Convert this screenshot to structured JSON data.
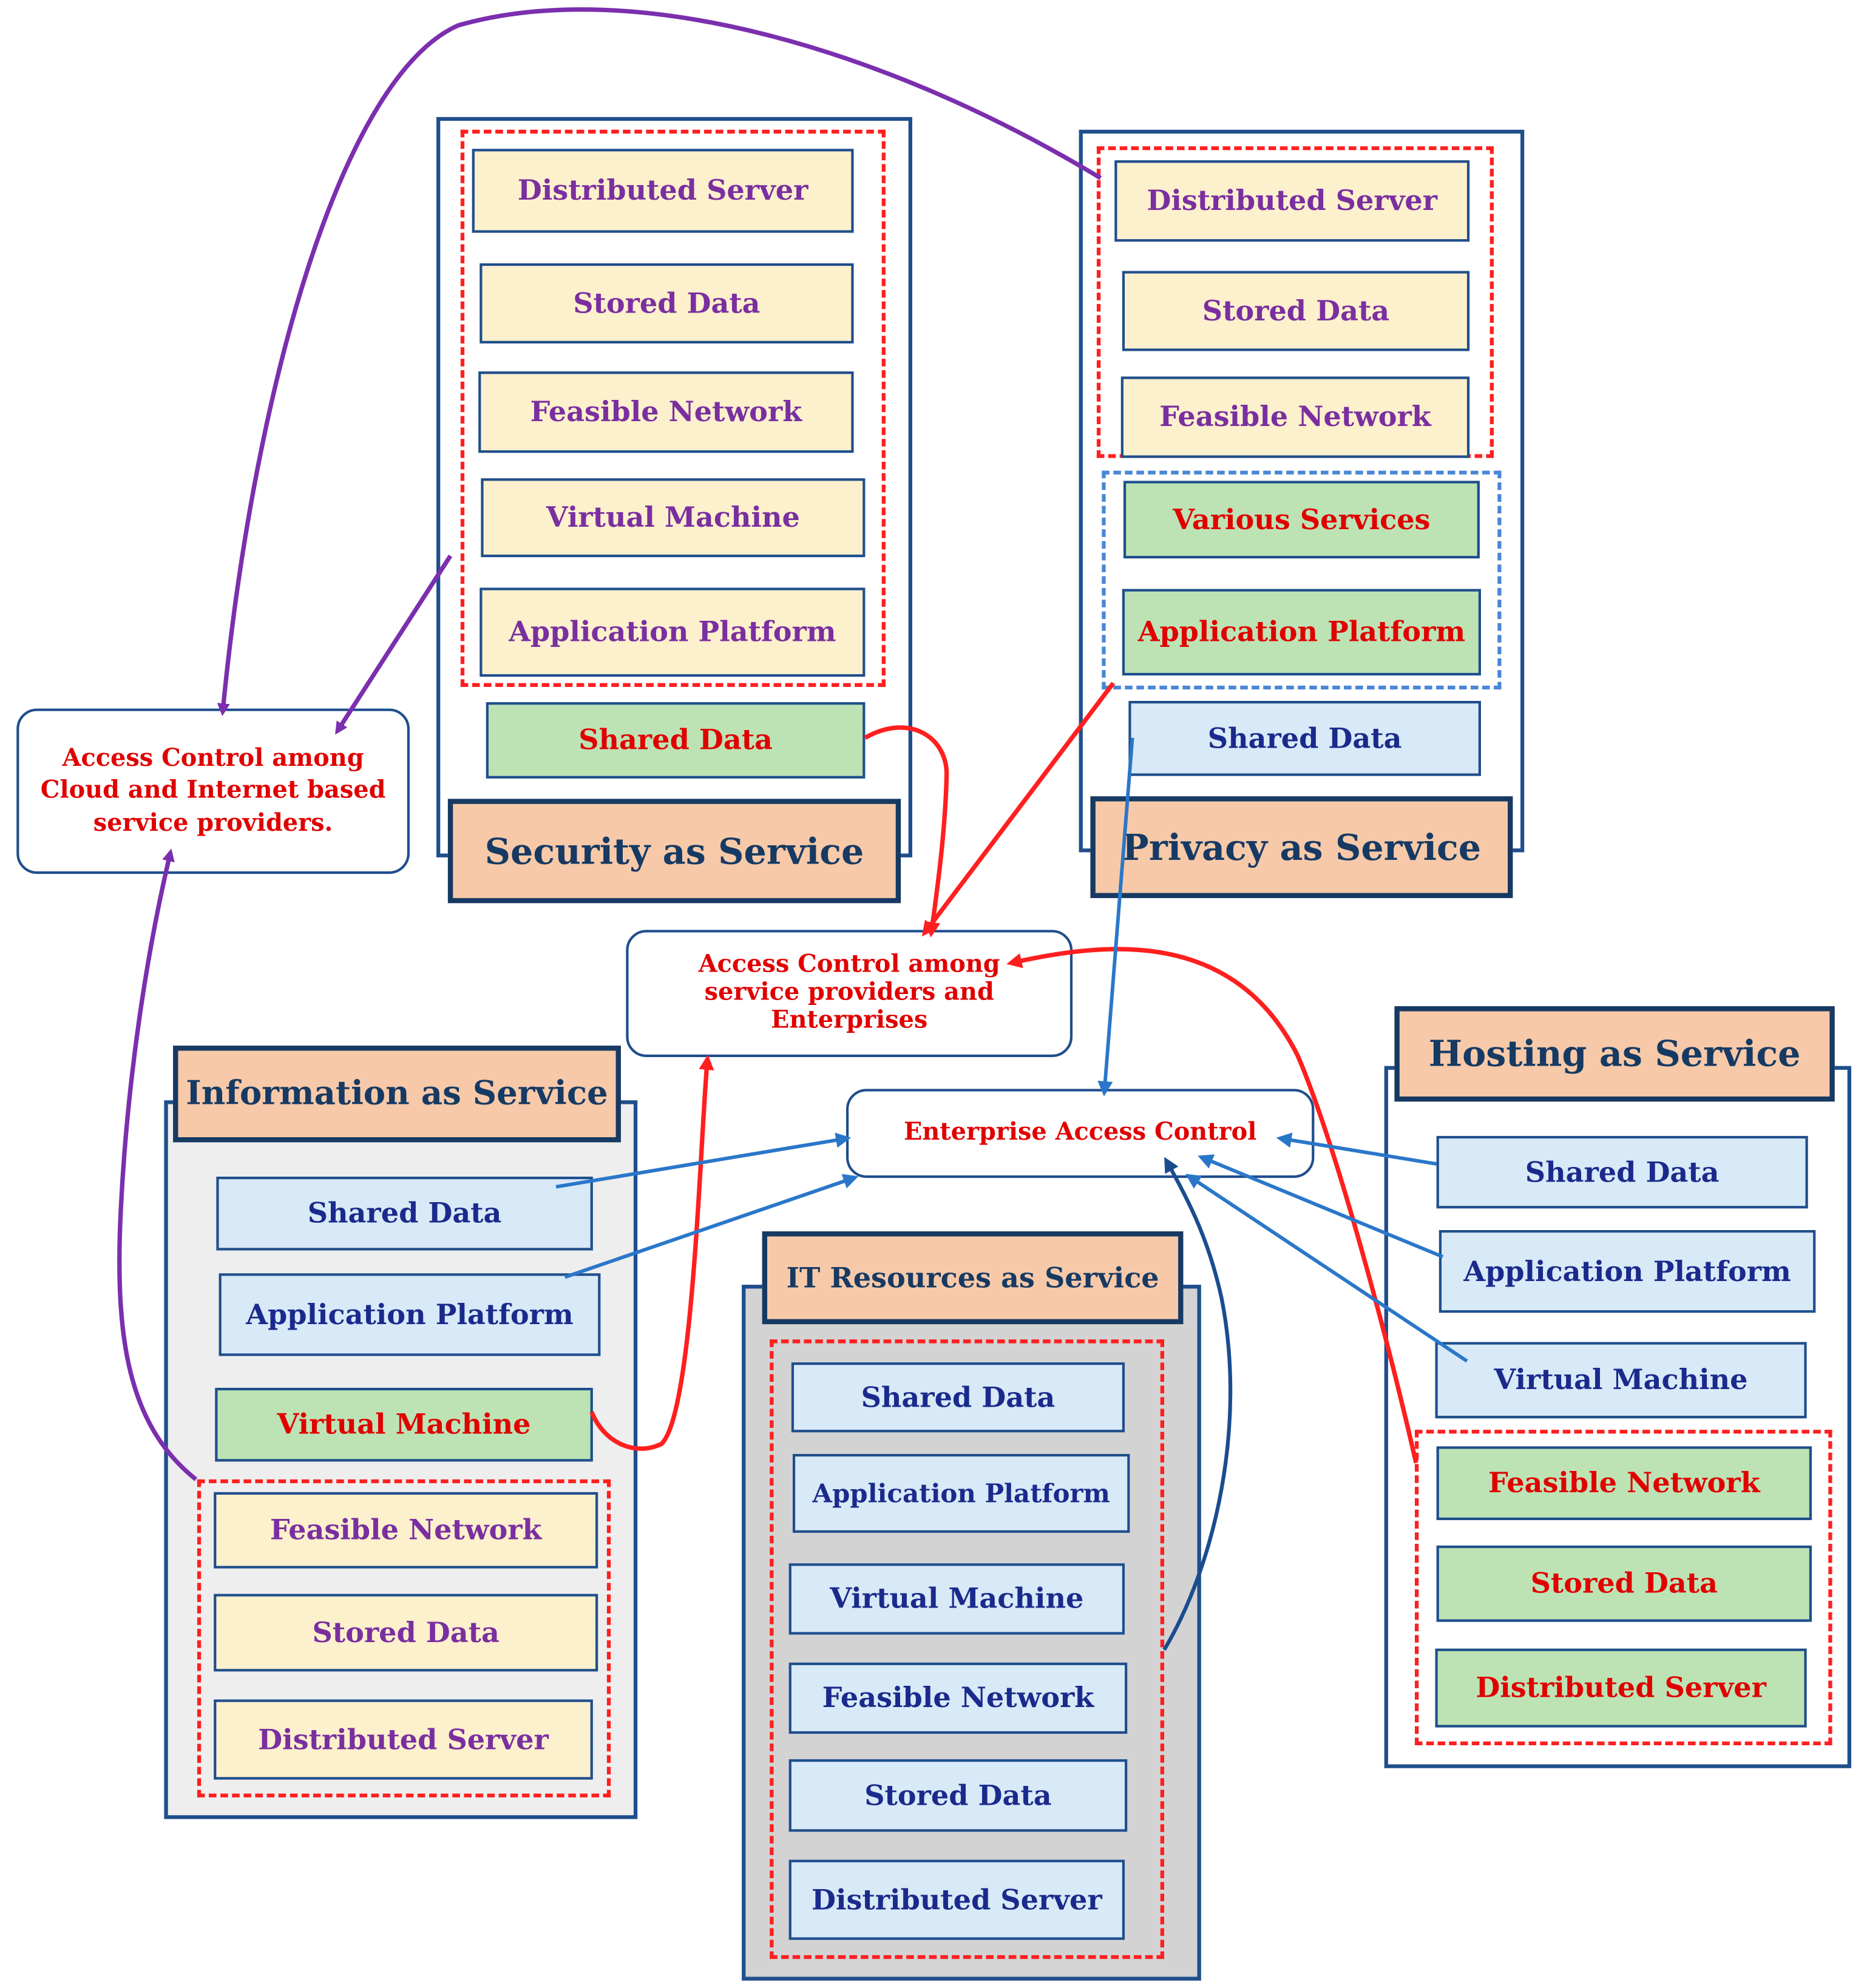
{
  "colors": {
    "panel_border": "#1f4e8c",
    "title_fill": "#f7c9a8",
    "yellow_fill": "#fdf0cc",
    "green_fill": "#bde3b5",
    "blue_fill": "#d8e9f7",
    "red_text": "#e00000",
    "purple_text": "#7a2fa0",
    "navy_text": "#1a2a8c",
    "red_arrow": "#ff1f1f",
    "purple_arrow": "#7b2fae",
    "blue_arrow": "#2a77c9"
  },
  "access_controls": {
    "cloud": "Access Control among Cloud and Internet based service providers.",
    "providers": "Access Control among service providers and Enterprises",
    "enterprise": "Enterprise Access Control"
  },
  "security": {
    "title": "Security as Service",
    "items": [
      "Distributed Server",
      "Stored Data",
      "Feasible Network",
      "Virtual Machine",
      "Application Platform"
    ],
    "shared": "Shared Data"
  },
  "privacy": {
    "title": "Privacy as Service",
    "items": [
      "Distributed Server",
      "Stored Data",
      "Feasible Network"
    ],
    "services": [
      "Various Services",
      "Application Platform"
    ],
    "shared": "Shared Data"
  },
  "information": {
    "title": "Information as Service",
    "items": [
      "Shared Data",
      "Application Platform",
      "Virtual Machine"
    ],
    "dashed": [
      "Feasible Network",
      "Stored Data",
      "Distributed Server"
    ]
  },
  "it": {
    "title": "IT Resources as Service",
    "items": [
      "Shared Data",
      "Application Platform",
      "Virtual Machine",
      "Feasible Network",
      "Stored Data",
      "Distributed Server"
    ]
  },
  "hosting": {
    "title": "Hosting as Service",
    "items": [
      "Shared Data",
      "Application Platform",
      "Virtual Machine"
    ],
    "dashed": [
      "Feasible Network",
      "Stored Data",
      "Distributed Server"
    ]
  }
}
